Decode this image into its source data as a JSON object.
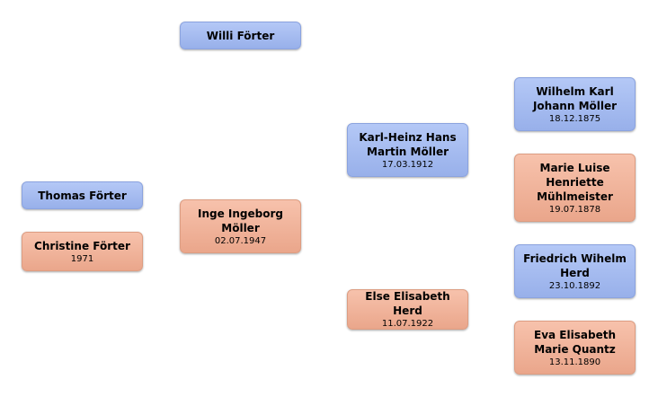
{
  "persons": {
    "willi": {
      "name": "Willi Förter",
      "date": ""
    },
    "thomas": {
      "name": "Thomas Förter",
      "date": ""
    },
    "christine": {
      "name": "Christine Förter",
      "date": "1971"
    },
    "inge": {
      "name": "Inge Ingeborg Möller",
      "date": "02.07.1947"
    },
    "karlheinz": {
      "name": "Karl-Heinz Hans Martin Möller",
      "date": "17.03.1912"
    },
    "else": {
      "name": "Else Elisabeth Herd",
      "date": "11.07.1922"
    },
    "wilhelm": {
      "name": "Wilhelm Karl Johann Möller",
      "date": "18.12.1875"
    },
    "marie": {
      "name": "Marie Luise Henriette Mühlmeister",
      "date": "19.07.1878"
    },
    "friedrich": {
      "name": "Friedrich Wihelm Herd",
      "date": "23.10.1892"
    },
    "eva": {
      "name": "Eva Elisabeth Marie Quantz",
      "date": "13.11.1890"
    }
  },
  "colors": {
    "male": "#a8bdf2",
    "female": "#f2b49b"
  }
}
